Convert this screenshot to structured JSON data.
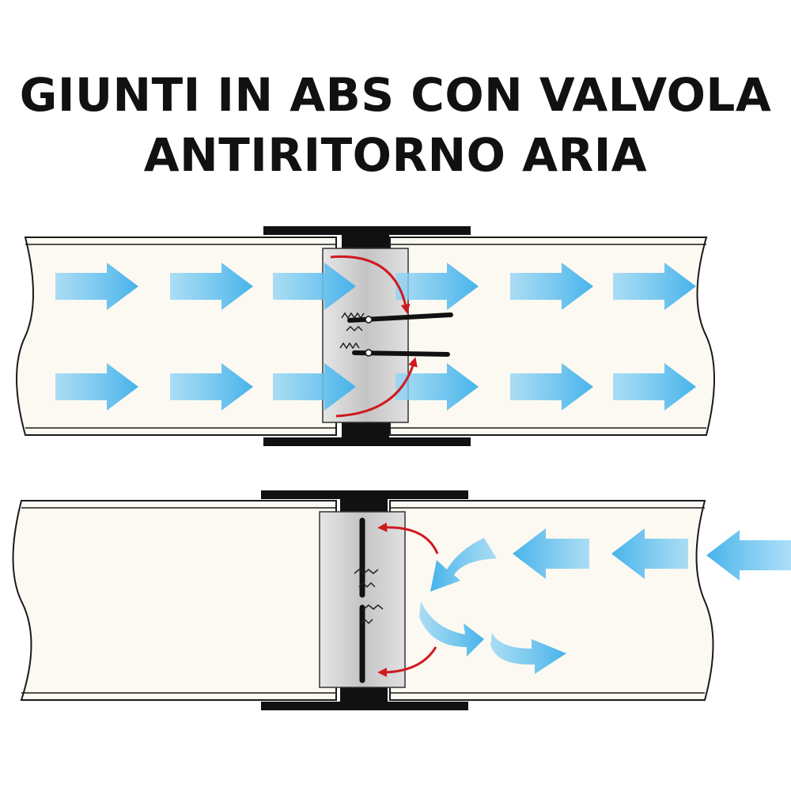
{
  "title": {
    "line1": "GIUNTI IN ABS CON VALVOLA",
    "line2": "ANTIRITORNO ARIA"
  },
  "colors": {
    "pipe_fill": "#fbf9f1",
    "pipe_edge": "#1a1a1a",
    "collar": "#111111",
    "valve_body": "#c9c9c9",
    "flow_arrow": "#5fbfec",
    "motion_arrow": "#d01820"
  },
  "panels": [
    {
      "name": "valve-open",
      "state": "open",
      "flow_direction": "left-to-right"
    },
    {
      "name": "valve-closed",
      "state": "closed",
      "flow_direction": "right-to-left"
    }
  ]
}
